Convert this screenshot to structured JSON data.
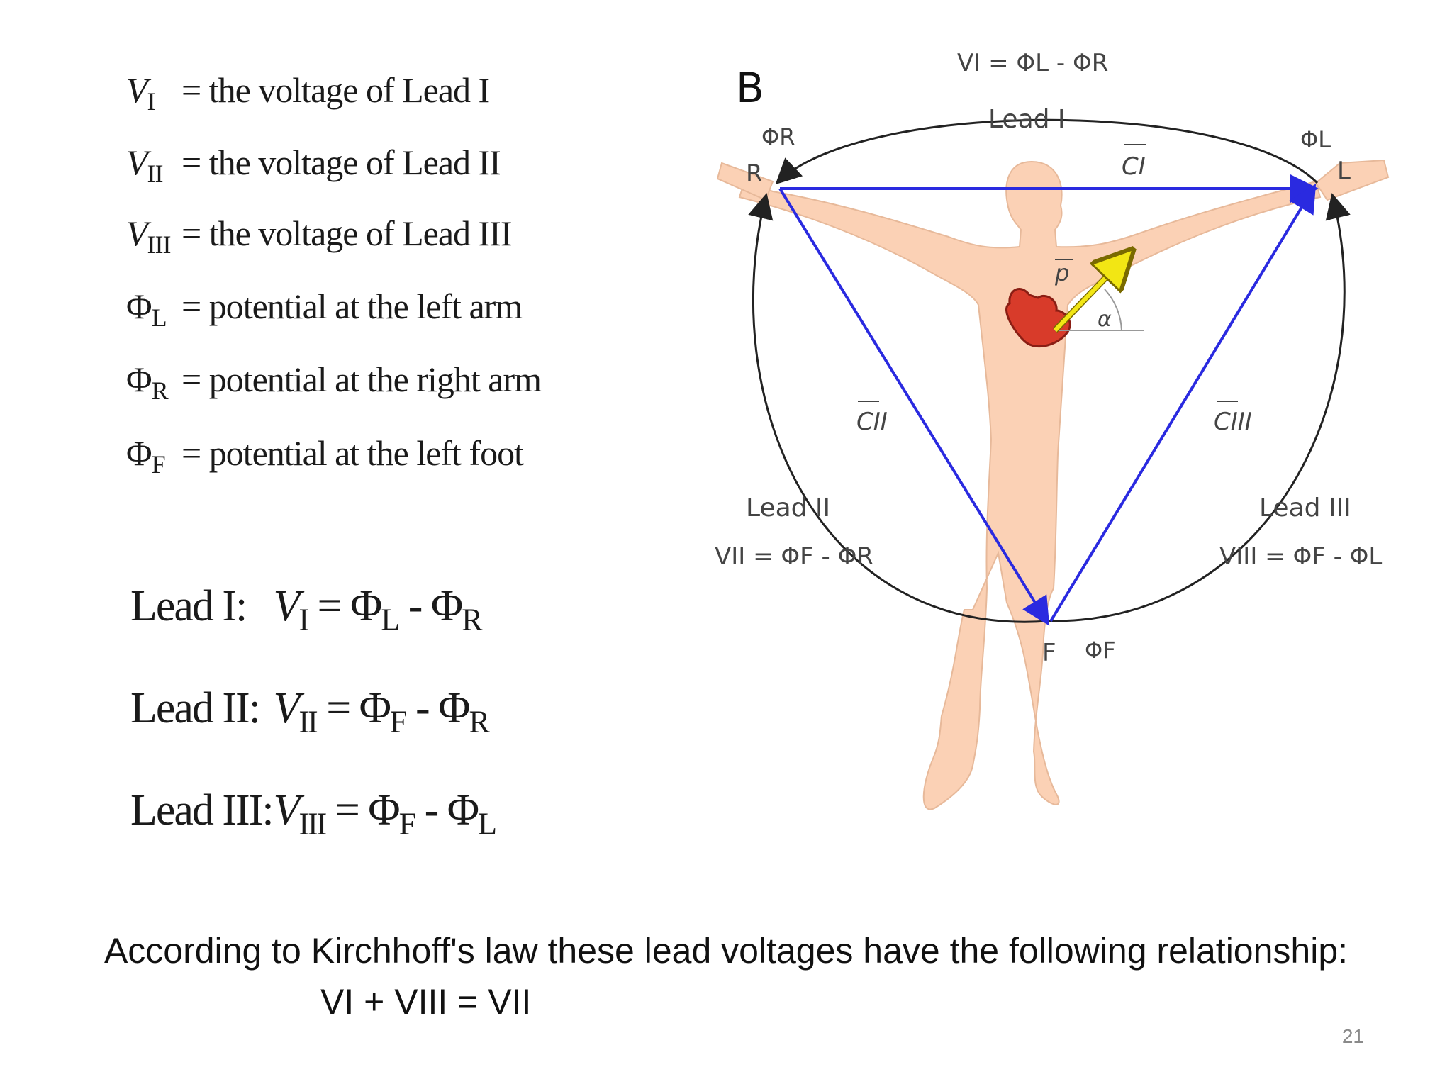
{
  "definitions": [
    {
      "symbol": "V",
      "sub": "I",
      "phi": false,
      "text": "= the voltage of Lead I"
    },
    {
      "symbol": "V",
      "sub": "II",
      "phi": false,
      "text": "= the voltage of Lead II"
    },
    {
      "symbol": "V",
      "sub": "III",
      "phi": false,
      "text": "= the voltage of Lead III"
    },
    {
      "symbol": "Φ",
      "sub": "L",
      "phi": true,
      "text": "= potential at the left arm"
    },
    {
      "symbol": "Φ",
      "sub": "R",
      "phi": true,
      "text": "= potential at the right arm"
    },
    {
      "symbol": "Φ",
      "sub": "F",
      "phi": true,
      "text": "= potential at the left foot"
    }
  ],
  "leads": [
    {
      "name": "Lead I:",
      "v": "V",
      "vsub": "I",
      "eq": " = Φ",
      "a": "L",
      "minus": " - Φ",
      "b": "R"
    },
    {
      "name": "Lead II:",
      "v": "V",
      "vsub": "II",
      "eq": " = Φ",
      "a": "F",
      "minus": " - Φ",
      "b": "R"
    },
    {
      "name": "Lead III:",
      "v": "V",
      "vsub": "III",
      "eq": " = Φ",
      "a": "F",
      "minus": " - Φ",
      "b": "L"
    }
  ],
  "figure": {
    "panel_letter": "B",
    "top_formula": "VI = ΦL - ΦR",
    "lead_labels": {
      "lead1": "Lead I",
      "lead2": "Lead II",
      "lead3": "Lead III"
    },
    "lead2_formula": "VII = ΦF - ΦR",
    "lead3_formula": "VIII = ΦF - ΦL",
    "vertex_labels": {
      "right": "R",
      "left": "L",
      "foot": "F"
    },
    "potentials": {
      "right": "ΦR",
      "left": "ΦL",
      "foot": "ΦF"
    },
    "vectors": {
      "c1": "CI",
      "c2": "CII",
      "c3": "CIII",
      "p": "p",
      "alpha": "α"
    },
    "colors": {
      "triangle": "#2a2ae0",
      "skin": "#fbd1b5",
      "heart": "#d83b2a",
      "vector": "#f2e614",
      "arc": "#222222"
    }
  },
  "caption": "According to Kirchhoff's law these lead voltages have the following relationship:",
  "relation": "VI + VIII = VII",
  "page_number": "21"
}
